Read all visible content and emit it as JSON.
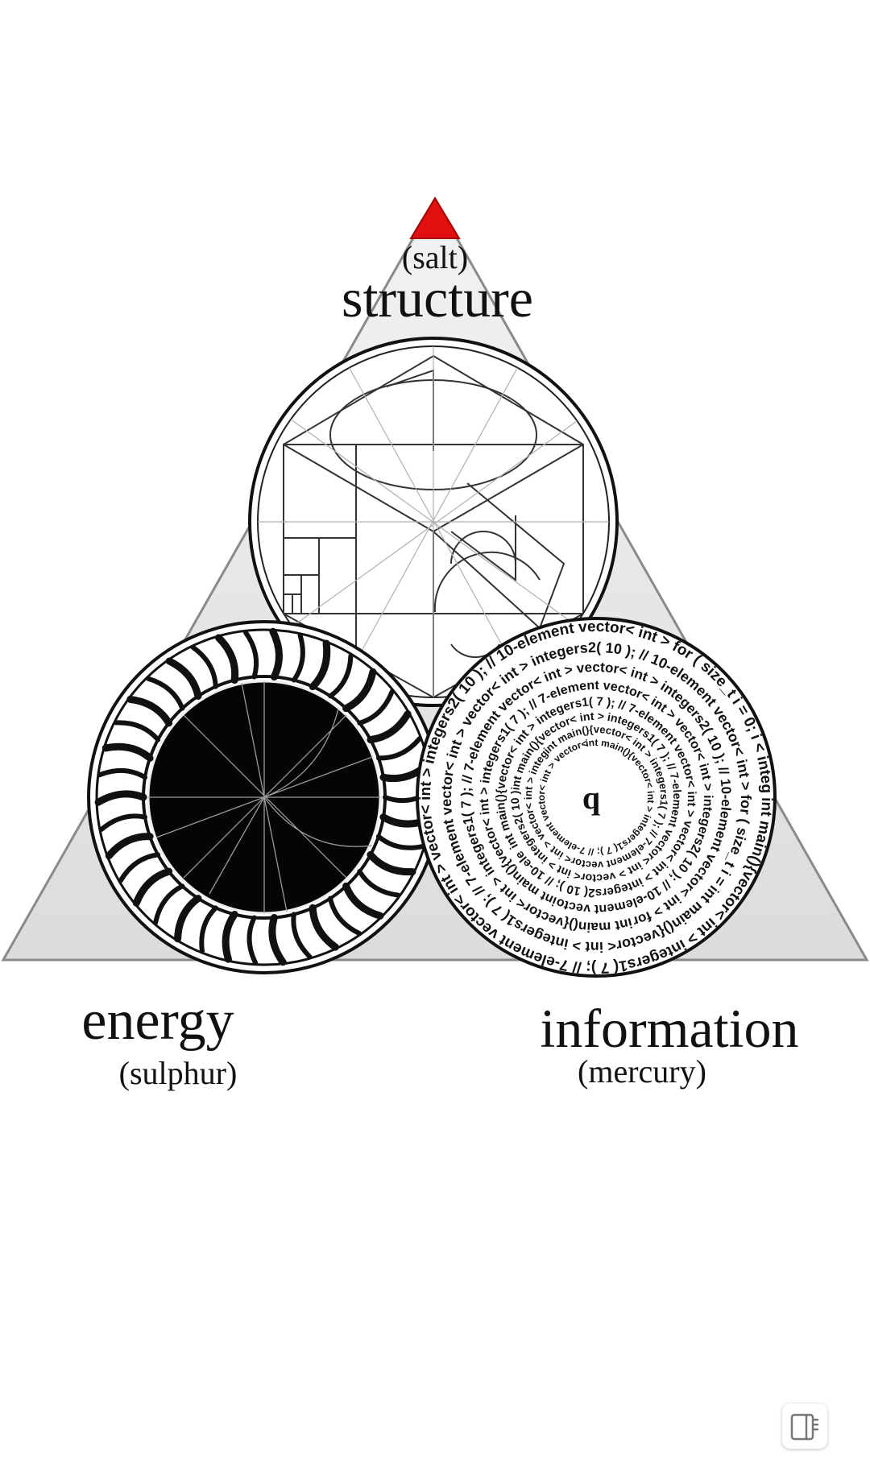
{
  "diagram": {
    "structure": {
      "label": "structure",
      "sublabel": "(salt)"
    },
    "energy": {
      "label": "energy",
      "sublabel": "(sulphur)"
    },
    "information": {
      "label": "information",
      "sublabel": "(mercury)"
    },
    "spiral_text": "int main(){vector< int > integers1( 7 ); // 7-element vector< int > vector< int > integers2( 10 ); // 10-element vector< int > for ( size_t i = 0; i < integers1.size(); i++ ) ",
    "center_glyph": "q",
    "colors": {
      "apex": "#e01010",
      "triangle_fill": "#e6e6e6",
      "ink": "#111111"
    }
  },
  "overlay": {
    "reader_icon": "reader-mode-icon"
  }
}
